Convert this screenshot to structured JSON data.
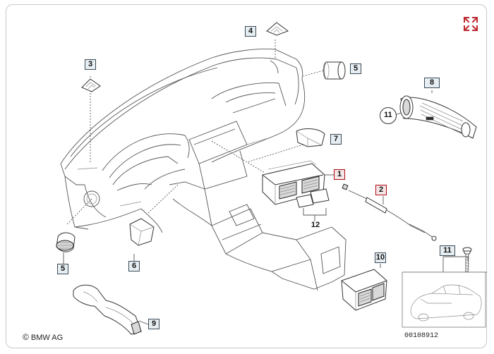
{
  "diagram": {
    "callouts": [
      {
        "key": "1",
        "label": "1",
        "style": "red"
      },
      {
        "key": "2",
        "label": "2",
        "style": "red"
      },
      {
        "key": "3",
        "label": "3",
        "style": "normal"
      },
      {
        "key": "4",
        "label": "4",
        "style": "normal"
      },
      {
        "key": "5a",
        "label": "5",
        "style": "normal"
      },
      {
        "key": "5b",
        "label": "5",
        "style": "normal"
      },
      {
        "key": "6",
        "label": "6",
        "style": "normal"
      },
      {
        "key": "7",
        "label": "7",
        "style": "normal"
      },
      {
        "key": "8",
        "label": "8",
        "style": "normal"
      },
      {
        "key": "9",
        "label": "9",
        "style": "normal"
      },
      {
        "key": "10",
        "label": "10",
        "style": "normal"
      },
      {
        "key": "11a",
        "label": "11",
        "style": "circle"
      },
      {
        "key": "11b",
        "label": "11",
        "style": "normal"
      },
      {
        "key": "12",
        "label": "12",
        "style": "plain"
      }
    ],
    "copyright": "BMW AG",
    "copyright_symbol": "©",
    "document_number": "00108912",
    "expand_icon": "expand-arrows-icon",
    "accent_color": "#b30a12"
  }
}
